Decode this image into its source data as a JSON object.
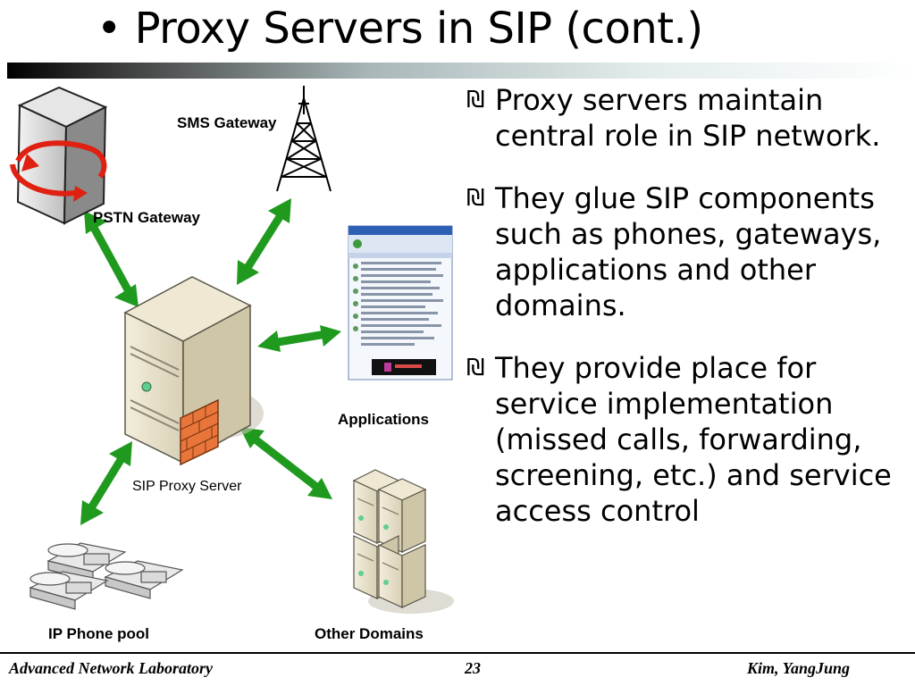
{
  "slide": {
    "title": "• Proxy Servers in SIP (cont.)"
  },
  "bullets": {
    "marker": "₪",
    "items": [
      "Proxy servers maintain central role in SIP network.",
      "They glue SIP components such as phones, gateways, applications and other domains.",
      "They provide place for service implementation (missed calls, forwarding, screening, etc.) and service access control"
    ]
  },
  "diagram": {
    "labels": {
      "sms_gateway": "SMS Gateway",
      "pstn_gateway": "PSTN Gateway",
      "applications": "Applications",
      "sip_proxy_server": "SIP Proxy Server",
      "ip_phone_pool": "IP Phone pool",
      "other_domains": "Other Domains"
    },
    "icons": [
      "server-tower-icon",
      "antenna-tower-icon",
      "messenger-window-icon",
      "proxy-server-icon",
      "firewall-icon",
      "ip-phones-icon",
      "server-stack-icon"
    ],
    "arrow_color": "#1f9a1f"
  },
  "footer": {
    "left": "Advanced Network Laboratory",
    "page": "23",
    "right": "Kim, YangJung"
  }
}
